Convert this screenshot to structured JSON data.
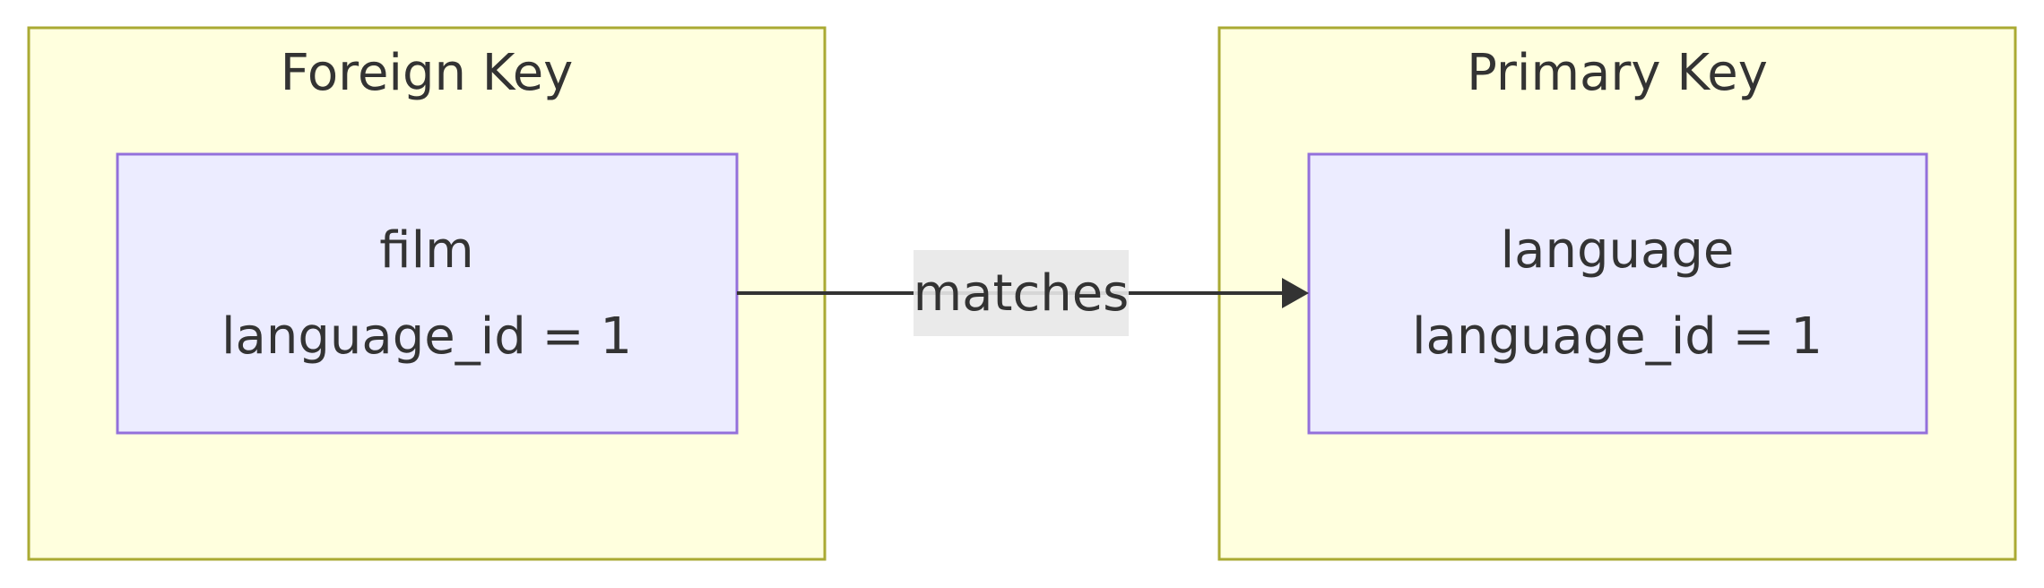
{
  "colors": {
    "cluster_fill": "#ffffde",
    "cluster_stroke": "#aaaa33",
    "node_fill": "#ececff",
    "node_stroke": "#9370db",
    "edge": "#333333",
    "edge_label_bg": "#e8e8e8",
    "text": "#333333"
  },
  "clusters": [
    {
      "title": "Foreign Key",
      "node": {
        "line1": "film",
        "line2": "language_id = 1"
      }
    },
    {
      "title": "Primary Key",
      "node": {
        "line1": "language",
        "line2": "language_id = 1"
      }
    }
  ],
  "edge": {
    "label": "matches",
    "arrow": "arrow-right-icon"
  }
}
